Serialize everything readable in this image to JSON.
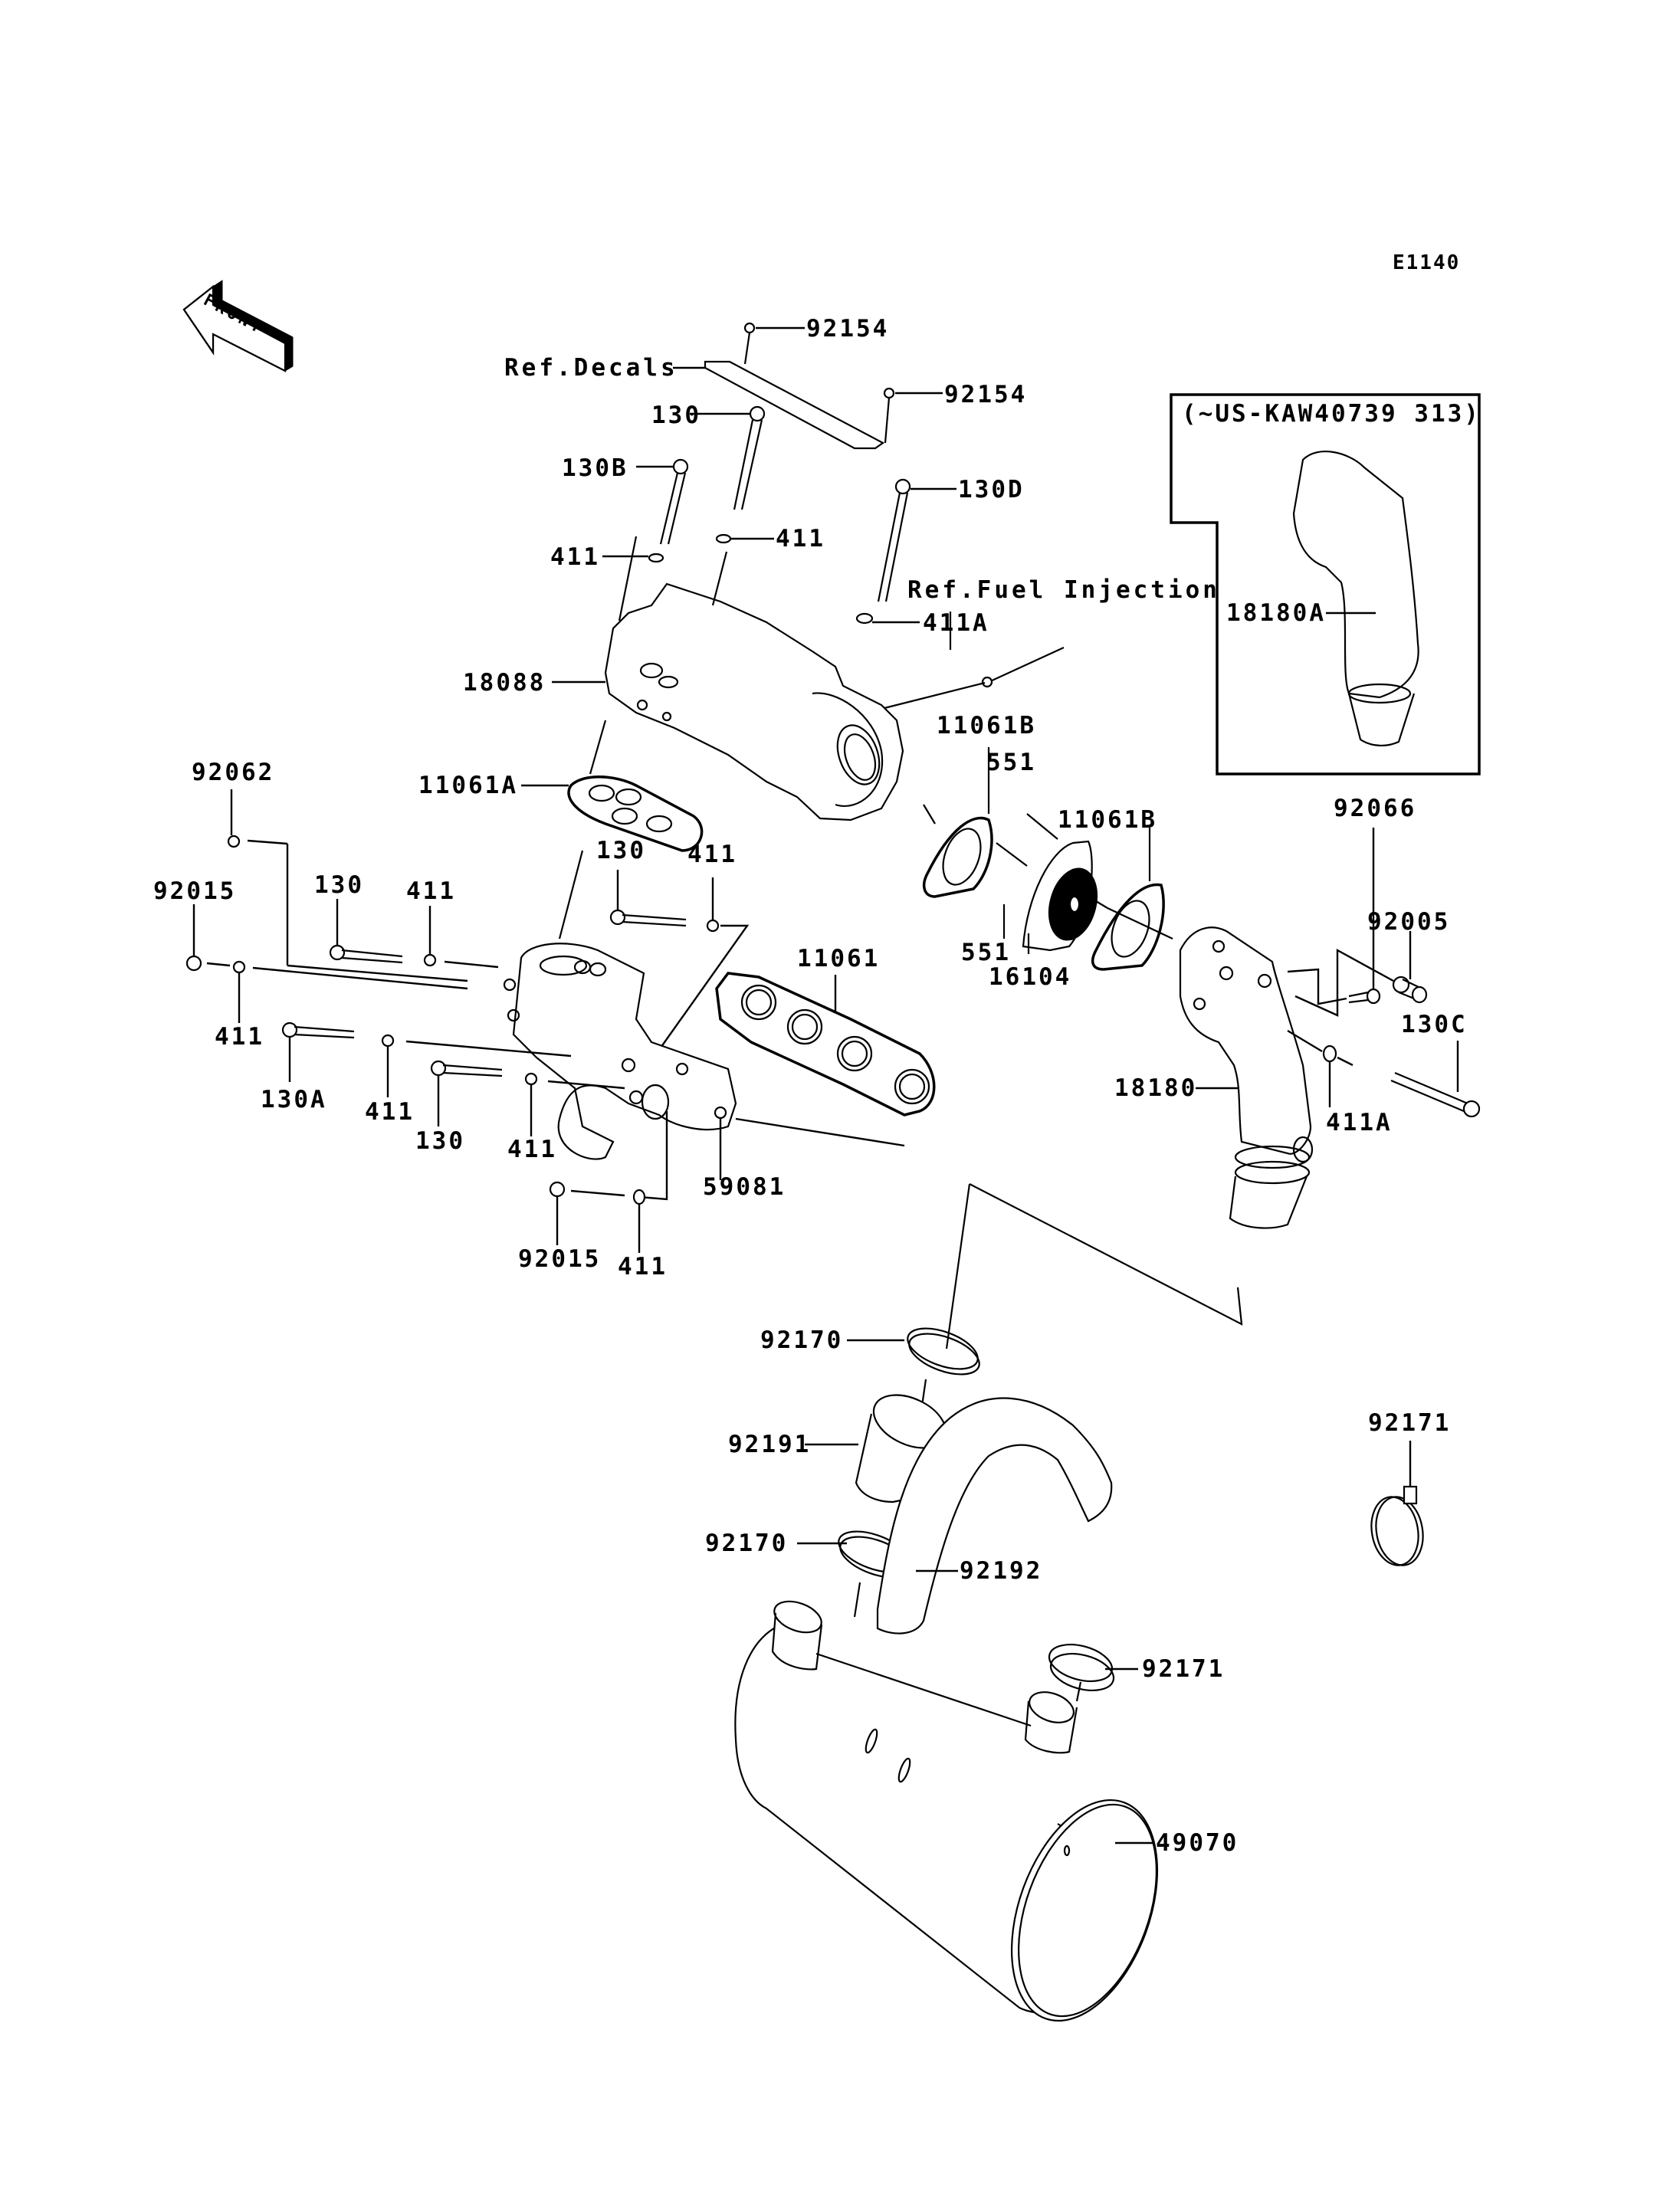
{
  "diagram": {
    "code": "E1140",
    "front_arrow_label": "FRONT",
    "inset_title": "(~US-KAW40739 313)",
    "refs": {
      "decals": "Ref.Decals",
      "fuel_injection": "Ref.Fuel Injection"
    },
    "labels": [
      {
        "id": "l-92154-a",
        "text": "92154"
      },
      {
        "id": "l-92154-b",
        "text": "92154"
      },
      {
        "id": "l-130-top",
        "text": "130"
      },
      {
        "id": "l-130B",
        "text": "130B"
      },
      {
        "id": "l-130D",
        "text": "130D"
      },
      {
        "id": "l-411-left",
        "text": "411"
      },
      {
        "id": "l-411-mid",
        "text": "411"
      },
      {
        "id": "l-411A-top",
        "text": "411A"
      },
      {
        "id": "l-18088",
        "text": "18088"
      },
      {
        "id": "l-11061A",
        "text": "11061A"
      },
      {
        "id": "l-11061B-a",
        "text": "11061B"
      },
      {
        "id": "l-11061B-b",
        "text": "11061B"
      },
      {
        "id": "l-551-a",
        "text": "551"
      },
      {
        "id": "l-551-b",
        "text": "551"
      },
      {
        "id": "l-16104",
        "text": "16104"
      },
      {
        "id": "l-18180A",
        "text": "18180A"
      },
      {
        "id": "l-92066",
        "text": "92066"
      },
      {
        "id": "l-92005",
        "text": "92005"
      },
      {
        "id": "l-130C",
        "text": "130C"
      },
      {
        "id": "l-411A-right",
        "text": "411A"
      },
      {
        "id": "l-18180",
        "text": "18180"
      },
      {
        "id": "l-92062",
        "text": "92062"
      },
      {
        "id": "l-92015-a",
        "text": "92015"
      },
      {
        "id": "l-130-b",
        "text": "130"
      },
      {
        "id": "l-411-c",
        "text": "411"
      },
      {
        "id": "l-130-c",
        "text": "130"
      },
      {
        "id": "l-411-d",
        "text": "411"
      },
      {
        "id": "l-11061",
        "text": "11061"
      },
      {
        "id": "l-411-e",
        "text": "411"
      },
      {
        "id": "l-130A",
        "text": "130A"
      },
      {
        "id": "l-411-f",
        "text": "411"
      },
      {
        "id": "l-130-d",
        "text": "130"
      },
      {
        "id": "l-411-g",
        "text": "411"
      },
      {
        "id": "l-59081",
        "text": "59081"
      },
      {
        "id": "l-92015-b",
        "text": "92015"
      },
      {
        "id": "l-411-h",
        "text": "411"
      },
      {
        "id": "l-92170-a",
        "text": "92170"
      },
      {
        "id": "l-92191",
        "text": "92191"
      },
      {
        "id": "l-92170-b",
        "text": "92170"
      },
      {
        "id": "l-92171-a",
        "text": "92171"
      },
      {
        "id": "l-92192",
        "text": "92192"
      },
      {
        "id": "l-92171-b",
        "text": "92171"
      },
      {
        "id": "l-49070",
        "text": "49070"
      }
    ]
  }
}
